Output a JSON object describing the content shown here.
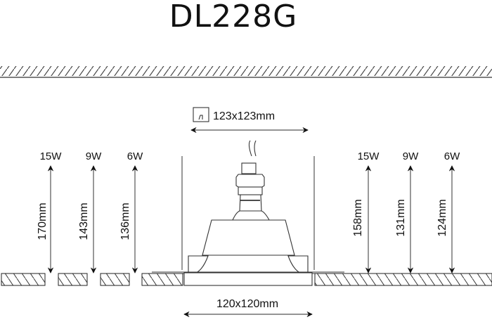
{
  "title": "DL228G",
  "top_dimension": {
    "label": "123x123mm",
    "icon": "cutout-square-icon"
  },
  "bottom_dimension": {
    "label": "120x120mm"
  },
  "left_heights": [
    {
      "wattage": "15W",
      "height": "170mm"
    },
    {
      "wattage": "9W",
      "height": "143mm"
    },
    {
      "wattage": "6W",
      "height": "136mm"
    }
  ],
  "right_heights": [
    {
      "wattage": "15W",
      "height": "158mm"
    },
    {
      "wattage": "9W",
      "height": "131mm"
    },
    {
      "wattage": "6W",
      "height": "124mm"
    }
  ],
  "colors": {
    "line": "#111111",
    "hatch": "#444444",
    "thin": "#555555"
  }
}
